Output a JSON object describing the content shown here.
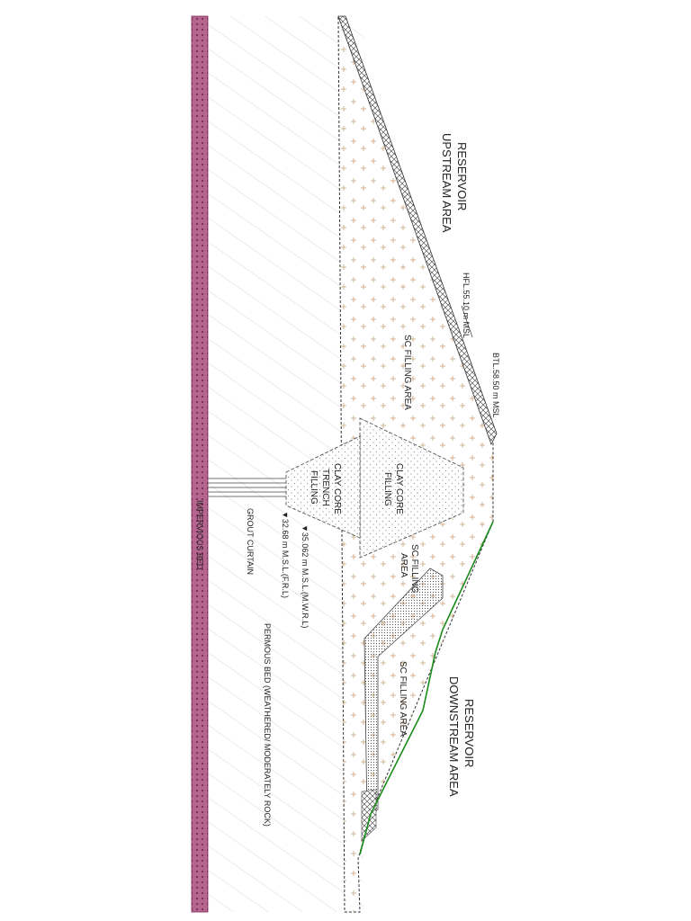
{
  "diagram": {
    "labels": {
      "upstream_line1": "RESERVOIR",
      "upstream_line2": "UPSTREAM AREA",
      "hfl": "HFL.55.10 m MSL",
      "btl": "BTL.58.50 m MSL",
      "sc_upstream": "SC FILLING AREA",
      "clay_core_line1": "CLAY CORE",
      "clay_core_line2": "FILLING",
      "trench_line1": "CLAY CORE",
      "trench_line2": "TRENCH",
      "trench_line3": "FILLING",
      "sc_mid_line1": "SC FILLING",
      "sc_mid_line2": "AREA",
      "sc_downstream": "SC FILLING AREA",
      "downstream_line1": "RESERVOIR",
      "downstream_line2": "DOWNSTREAM AREA",
      "mwrl": "▼35.062 m M.S.L.(M.W.R.L)",
      "frl": "▼32.68 m M.S.L.(F.R.L)",
      "grout": "GROUT CURTAIN",
      "pervious": "PERMOUS BED (WEATHERED/ MODERATELY ROCK)",
      "impervious": "IMPERVIOUS BED"
    },
    "colors": {
      "impervious_bed": "#a34a7a",
      "fill_dots": "#c9a27a",
      "outline": "#333333",
      "toe_line": "#1a8a1a",
      "hatch": "#cccccc"
    }
  }
}
